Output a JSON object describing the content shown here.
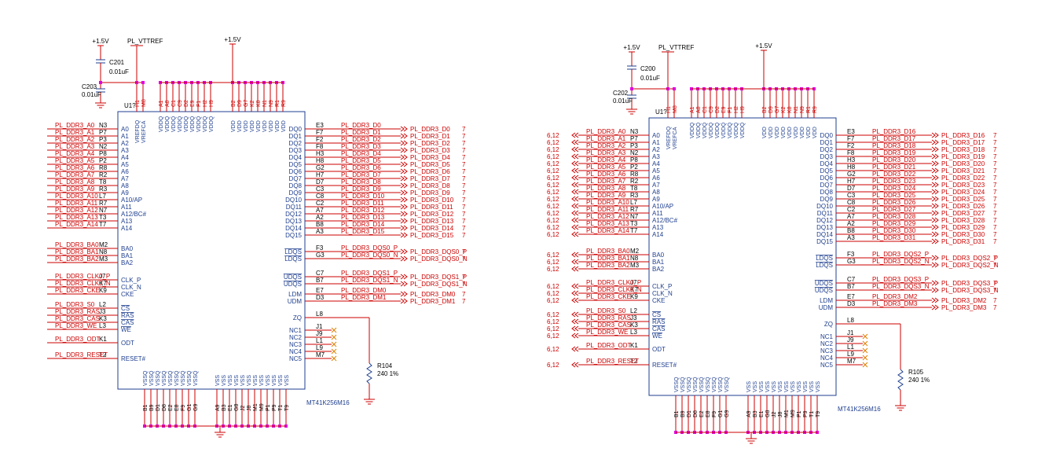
{
  "colors": {
    "wire": "#cc0000",
    "body": "#1f3f8f",
    "pin_label": "#1f3f8f",
    "net": "#cc0000",
    "junction": "#e000e0",
    "nc": "#e08000"
  },
  "labels": {
    "plus_1v5": "+1.5V",
    "pl_vttref": "PL_VTTREF",
    "vddq": "VDDQ",
    "vdd": "VDD",
    "vssq": "VSSQ",
    "vss": "VSS",
    "vrefdq": "VREFDQ",
    "vrefca": "VREFCA",
    "part_number": "MT41K256M16",
    "uncertain_ref": "U1?"
  },
  "addr_pins": [
    {
      "ball": "N3",
      "name": "A0",
      "num": "0"
    },
    {
      "ball": "P7",
      "name": "A1",
      "num": "1"
    },
    {
      "ball": "P3",
      "name": "A2",
      "num": "2"
    },
    {
      "ball": "N2",
      "name": "A3",
      "num": "3"
    },
    {
      "ball": "P8",
      "name": "A4",
      "num": "4"
    },
    {
      "ball": "P2",
      "name": "A5",
      "num": "5"
    },
    {
      "ball": "R8",
      "name": "A6",
      "num": "6"
    },
    {
      "ball": "R2",
      "name": "A7",
      "num": "7"
    },
    {
      "ball": "T8",
      "name": "A8",
      "num": "8"
    },
    {
      "ball": "R3",
      "name": "A9",
      "num": "9"
    },
    {
      "ball": "L7",
      "name": "A10/AP",
      "num": "10"
    },
    {
      "ball": "R7",
      "name": "A11",
      "num": "11"
    },
    {
      "ball": "N7",
      "name": "A12/BC#",
      "num": "12"
    },
    {
      "ball": "T3",
      "name": "A13",
      "num": "13"
    },
    {
      "ball": "T7",
      "name": "A14",
      "num": "14"
    }
  ],
  "ba_pins": [
    {
      "ball": "M2",
      "name": "BA0",
      "num": "0"
    },
    {
      "ball": "N8",
      "name": "BA1",
      "num": "1"
    },
    {
      "ball": "M3",
      "name": "BA2",
      "num": "2"
    }
  ],
  "clk_pins": [
    {
      "ball": "J7",
      "name": "CLK_P",
      "net": "PL_DDR3_CLK0_P"
    },
    {
      "ball": "K7",
      "name": "CLK_N",
      "net": "PL_DDR3_CLK0_N"
    },
    {
      "ball": "K9",
      "name": "CKE",
      "net": "PL_DDR3_CKE"
    }
  ],
  "ctrl_pins": [
    {
      "ball": "L2",
      "name": "CS",
      "net": "PL_DDR3_S0"
    },
    {
      "ball": "J3",
      "name": "RAS",
      "net": "PL_DDR3_RAS"
    },
    {
      "ball": "K3",
      "name": "CAS",
      "net": "PL_DDR3_CAS"
    },
    {
      "ball": "L3",
      "name": "WE",
      "net": "PL_DDR3_WE"
    }
  ],
  "odt_pin": {
    "ball": "K1",
    "name": "ODT",
    "net": "PL_DDR3_ODT"
  },
  "reset_pin": {
    "ball": "T2",
    "name": "RESET#",
    "net": "PL_DDR3_RESET"
  },
  "dq_pins": [
    {
      "ball": "E3",
      "name": "DQ0"
    },
    {
      "ball": "F7",
      "name": "DQ1"
    },
    {
      "ball": "F2",
      "name": "DQ2"
    },
    {
      "ball": "F8",
      "name": "DQ3"
    },
    {
      "ball": "H3",
      "name": "DQ4"
    },
    {
      "ball": "H8",
      "name": "DQ5"
    },
    {
      "ball": "G2",
      "name": "DQ6"
    },
    {
      "ball": "H7",
      "name": "DQ7"
    },
    {
      "ball": "D7",
      "name": "DQ8"
    },
    {
      "ball": "C3",
      "name": "DQ9"
    },
    {
      "ball": "C8",
      "name": "DQ10"
    },
    {
      "ball": "C2",
      "name": "DQ11"
    },
    {
      "ball": "A7",
      "name": "DQ12"
    },
    {
      "ball": "A2",
      "name": "DQ13"
    },
    {
      "ball": "B8",
      "name": "DQ14"
    },
    {
      "ball": "A3",
      "name": "DQ15"
    }
  ],
  "dqs_pins": [
    {
      "ball": "F3",
      "name": "LDQS",
      "sfx": "_P"
    },
    {
      "ball": "G3",
      "name": "LDQS",
      "sfx": "_N"
    },
    {
      "ball": "C7",
      "name": "UDQS",
      "sfx": "_P"
    },
    {
      "ball": "B7",
      "name": "UDQS",
      "sfx": "_N"
    }
  ],
  "dm_pins": [
    {
      "ball": "E7",
      "name": "LDM"
    },
    {
      "ball": "D3",
      "name": "UDM"
    }
  ],
  "zq_pin": {
    "ball": "L8",
    "name": "ZQ"
  },
  "nc_pins": [
    {
      "ball": "J1",
      "name": "NC1"
    },
    {
      "ball": "J9",
      "name": "NC2"
    },
    {
      "ball": "L1",
      "name": "NC3"
    },
    {
      "ball": "L9",
      "name": "NC4"
    },
    {
      "ball": "M7",
      "name": "NC5"
    }
  ],
  "top_pins": {
    "vref": [
      "H1",
      "M8"
    ],
    "vddq": [
      "A1",
      "A8",
      "C1",
      "C9",
      "D2",
      "E9",
      "F1",
      "H2",
      "H9"
    ],
    "vdd": [
      "B2",
      "D9",
      "G7",
      "K2",
      "K8",
      "N1",
      "N9",
      "R1",
      "R9"
    ]
  },
  "bottom_pins": {
    "vssq": [
      "B1",
      "B9",
      "D1",
      "D8",
      "E2",
      "E8",
      "F9",
      "G1",
      "G9"
    ],
    "vss": [
      "A9",
      "B3",
      "E1",
      "G8",
      "J2",
      "J8",
      "M1",
      "M9",
      "P1",
      "P9",
      "T1",
      "T9"
    ]
  },
  "sheet_refs": {
    "out": "7",
    "in": "6,12"
  },
  "chip1": {
    "ref": "U1",
    "c_vtt": "C201",
    "c_vtt_val": "0.01uF",
    "c_vdd": "C203",
    "c_vdd_val": "0.01uF",
    "r": "R104",
    "r_val": "240 1%",
    "dq_base": 0,
    "dqs": [
      "0",
      "1"
    ],
    "dm": [
      "0",
      "1"
    ],
    "show_in_refs": false,
    "net_prefix": "PL_DDR3_"
  },
  "chip2": {
    "ref": "U1",
    "c_vtt": "C200",
    "c_vtt_val": "0.01uF",
    "c_vdd": "C202",
    "c_vdd_val": "0.01uF",
    "r": "R105",
    "r_val": "240 1%",
    "dq_base": 16,
    "dqs": [
      "2",
      "3"
    ],
    "dm": [
      "2",
      "3"
    ],
    "show_in_refs": true,
    "net_prefix": "PL_DDR3_"
  }
}
